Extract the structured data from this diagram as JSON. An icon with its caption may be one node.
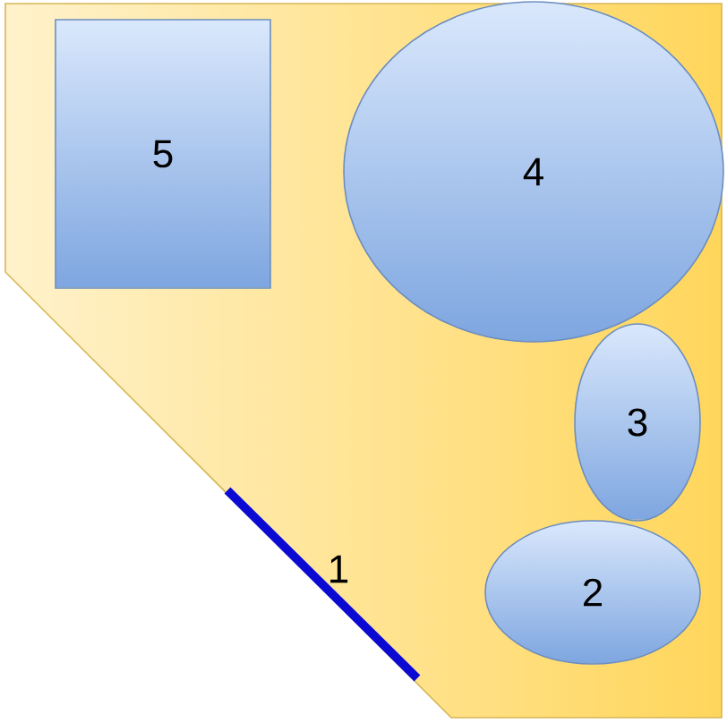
{
  "diagram": {
    "nodes": [
      {
        "text": [
          "5"
        ]
      },
      {
        "text": [
          "4"
        ]
      },
      {
        "text": [
          "3"
        ]
      },
      {
        "text": [
          "1"
        ]
      },
      {
        "text": [
          "2"
        ]
      }
    ]
  }
}
